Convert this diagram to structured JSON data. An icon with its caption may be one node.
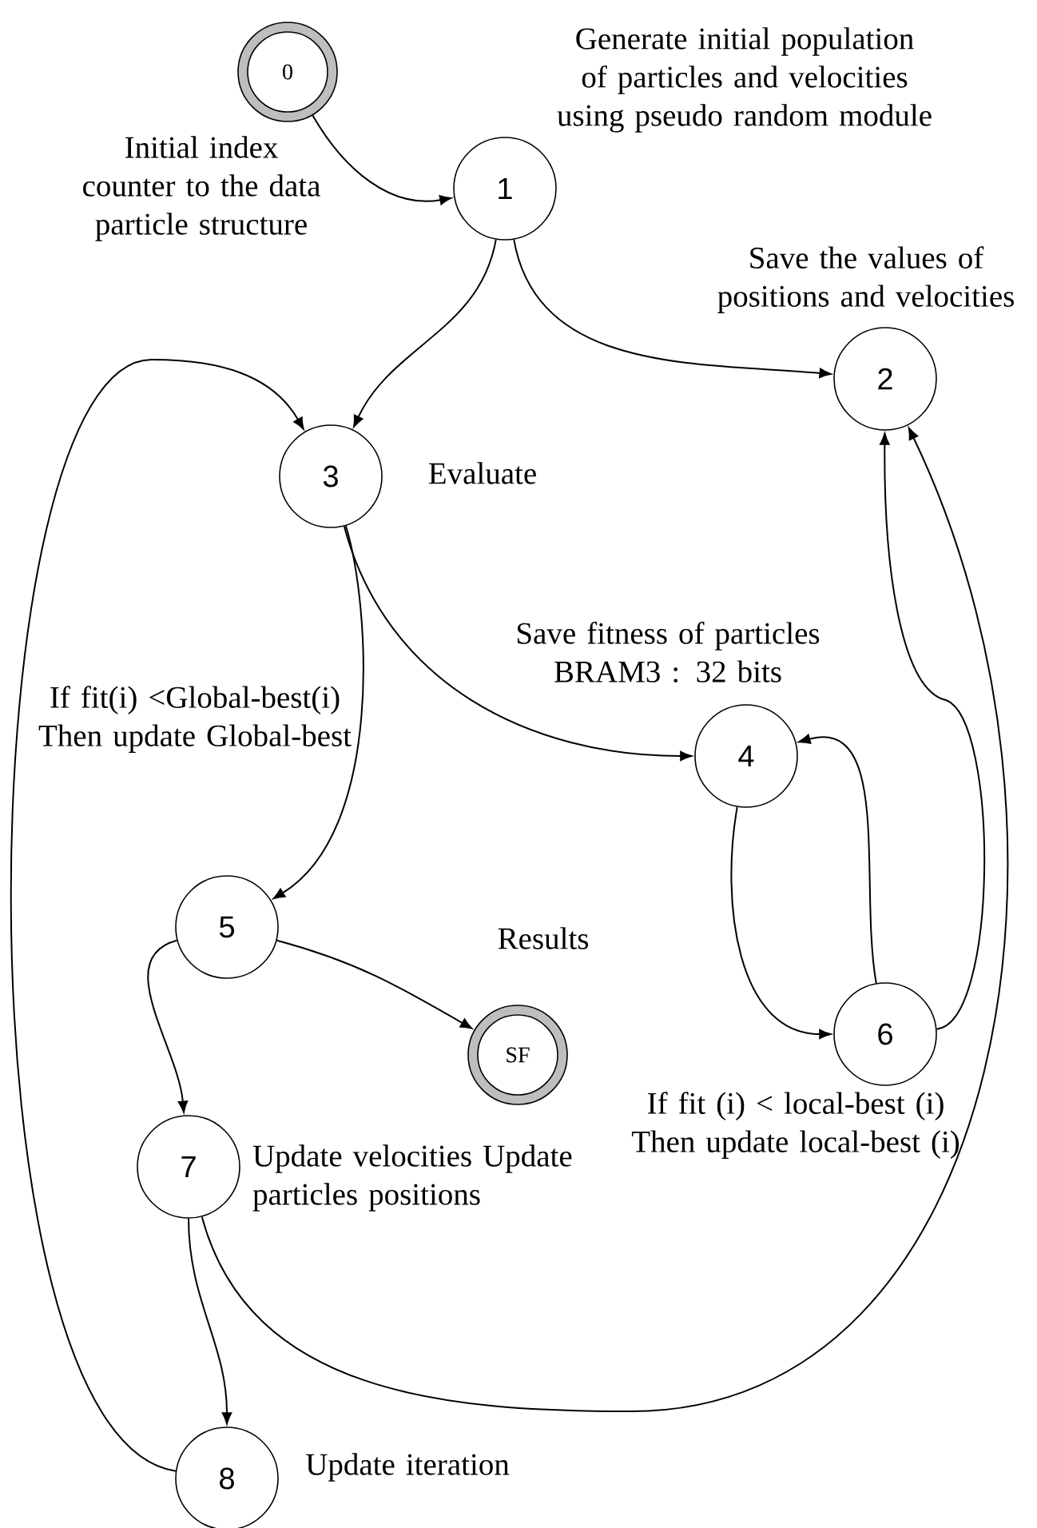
{
  "diagram": {
    "nodes": [
      {
        "text": [
          "0"
        ],
        "beside": [
          "Initial index counter to the data particle structure"
        ]
      },
      {
        "text": [
          "1"
        ],
        "beside": [
          "Generate initial population of particles and velocities using pseudo random module"
        ]
      },
      {
        "text": [
          "2"
        ],
        "beside": [
          "Save the values of positions and velocities"
        ]
      },
      {
        "text": [
          "3"
        ],
        "beside": [
          "Evaluate"
        ]
      },
      {
        "text": [
          "4"
        ],
        "beside": [
          "Save fitness of particles BRAM3 : 32 bits"
        ]
      },
      {
        "text": [
          "5"
        ],
        "beside": [
          "If fit(i) <Global-best(i) Then update Global-best"
        ]
      },
      {
        "text": [
          "6"
        ],
        "beside": [
          "If fit (i) < local-best (i) Then update local-best (i)"
        ]
      },
      {
        "text": [
          "SF"
        ],
        "beside": [
          "Results"
        ]
      },
      {
        "text": [
          "7"
        ],
        "beside": [
          "Update velocities Update particles positions"
        ]
      },
      {
        "text": [
          "8"
        ],
        "beside": [
          "Update iteration"
        ]
      }
    ],
    "edges": [
      {
        "from": 0,
        "to": 1,
        "arrow": "to"
      },
      {
        "from": 1,
        "to": 3,
        "arrow": "to"
      },
      {
        "from": 1,
        "to": 2,
        "arrow": "to"
      },
      {
        "from": 9,
        "to": 3,
        "arrow": "to"
      },
      {
        "from": 3,
        "to": 5,
        "arrow": "to"
      },
      {
        "from": 3,
        "to": 4,
        "arrow": "to"
      },
      {
        "from": 4,
        "to": 6,
        "arrow": "to"
      },
      {
        "from": 6,
        "to": 4,
        "arrow": "to"
      },
      {
        "from": 6,
        "to": 2,
        "arrow": "to"
      },
      {
        "from": 8,
        "to": 2,
        "arrow": "to"
      },
      {
        "from": 5,
        "to": 7,
        "arrow": "to"
      },
      {
        "from": 5,
        "to": 8,
        "arrow": "to"
      },
      {
        "from": 8,
        "to": 9,
        "arrow": "to"
      }
    ]
  }
}
